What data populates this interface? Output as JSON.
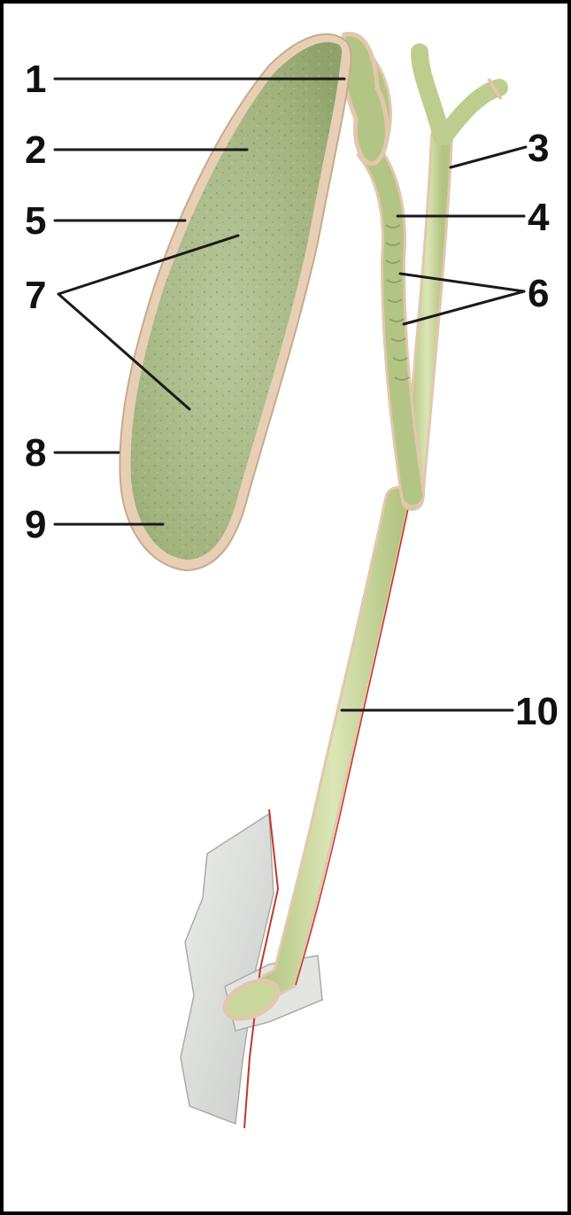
{
  "figure": {
    "labels": [
      "1",
      "2",
      "3",
      "4",
      "5",
      "6",
      "7",
      "8",
      "9",
      "10"
    ]
  },
  "colors": {
    "frame": "#000000",
    "organ_fill": "#a9b98a",
    "organ_dark": "#8ea06d",
    "wall": "#e7cfb5",
    "duct_fill": "#c9d89c",
    "vessel": "#c0392b",
    "tissue": "#d9dbd8"
  },
  "icons": {
    "gallbladder": "gallbladder-illustration",
    "duct": "bile-duct-illustration",
    "duodenum": "duodenum-tissue-illustration"
  }
}
